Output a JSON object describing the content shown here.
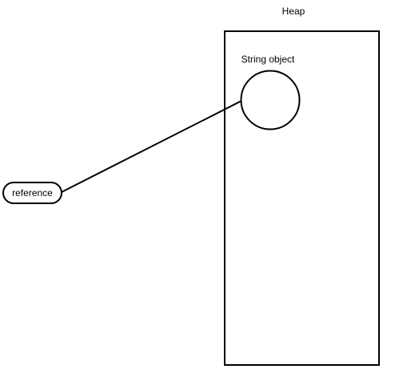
{
  "diagram": {
    "heap_label": "Heap",
    "object_label": "String object",
    "reference_label": "reference"
  },
  "colors": {
    "stroke": "#000000",
    "fill": "#ffffff",
    "text": "#000000"
  }
}
